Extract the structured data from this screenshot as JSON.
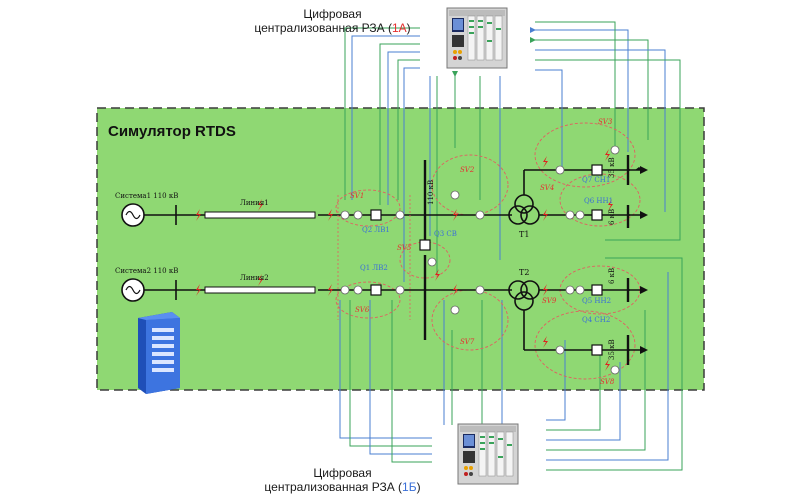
{
  "colors": {
    "sim_area": "#8fd873",
    "sim_border": "#3c3c3c",
    "wire_green": "#3aa35a",
    "wire_blue": "#4a7fd0",
    "bus": "#111111",
    "sv_dash": "#e06060",
    "fault": "#e02020",
    "label_red": "#e53030",
    "label_blue": "#3a6fd8"
  },
  "top_device": {
    "line1": "Цифровая",
    "line2_prefix": "централизованная РЗА (",
    "line2_id": "1А",
    "line2_suffix": ")"
  },
  "bottom_device": {
    "line1": "Цифровая",
    "line2_prefix": "централизованная РЗА (",
    "line2_id": "1Б",
    "line2_suffix": ")"
  },
  "simulator_title": "Симулятор RTDS",
  "systems": [
    "Система1 110 кВ",
    "Система2 110 кВ"
  ],
  "lines": [
    "Линия1",
    "Линия2"
  ],
  "breakers": [
    "Q1 ЛВ2",
    "Q2 ЛВ1",
    "Q3 СВ",
    "Q4 СН2",
    "Q5 НН2",
    "Q6 НН1",
    "Q7 СН1"
  ],
  "sv_labels": [
    "SV1",
    "SV2",
    "SV3",
    "SV4",
    "SV5",
    "SV6",
    "SV7",
    "SV8",
    "SV9"
  ],
  "transformers": [
    "T1",
    "T2"
  ],
  "voltages": {
    "bus110": "110 кВ",
    "kv35": "35 кВ",
    "kv6": "6 кВ"
  },
  "icons": [
    "sine-source-icon",
    "transformer-icon",
    "fault-bolt-icon",
    "rtds-rack-icon",
    "relay-terminal-icon"
  ]
}
